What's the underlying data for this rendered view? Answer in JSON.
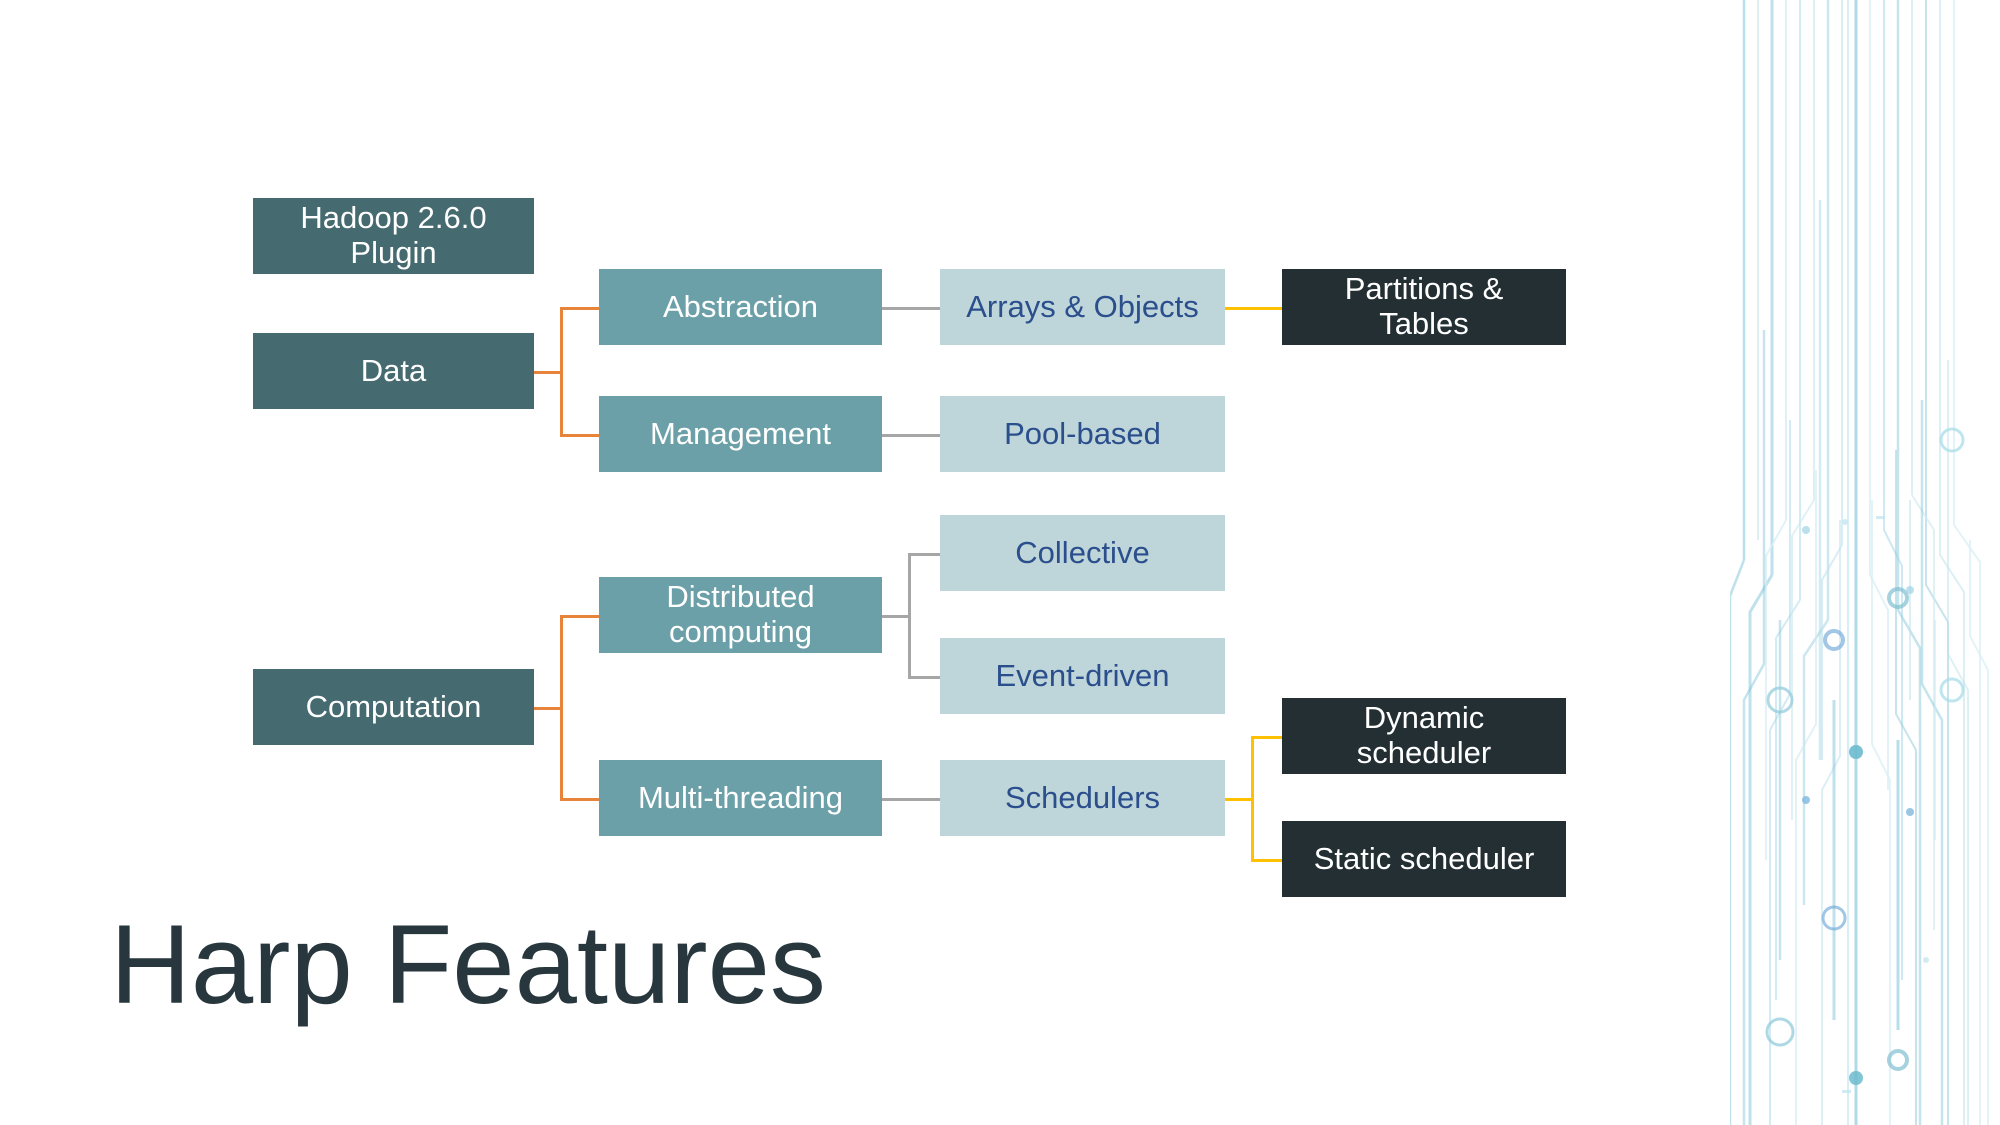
{
  "slide": {
    "title": "Harp Features",
    "background_color": "#FFFFFF",
    "title_color": "#27373D"
  },
  "palette": {
    "level0_box": "#456A70",
    "level1_box": "#6CA0A8",
    "level2_box": "#BED5D9",
    "level3_box": "#242F34",
    "level2_text": "#2B4E8C",
    "connector_orange": "#E8833A",
    "connector_gray": "#A6A6A6",
    "connector_yellow": "#FFC000",
    "circuit_accent": "#8FC9DA"
  },
  "diagram": {
    "type": "hierarchy-tree",
    "nodes": {
      "hadoop_plugin": "Hadoop 2.6.0\nPlugin",
      "data": "Data",
      "abstraction": "Abstraction",
      "management": "Management",
      "arrays_objects": "Arrays & Objects",
      "pool_based": "Pool-based",
      "partitions_tables": "Partitions &\nTables",
      "computation": "Computation",
      "distributed_computing": "Distributed\ncomputing",
      "multi_threading": "Multi-threading",
      "collective": "Collective",
      "event_driven": "Event-driven",
      "schedulers": "Schedulers",
      "dynamic_scheduler": "Dynamic\nscheduler",
      "static_scheduler": "Static scheduler"
    },
    "edges": [
      {
        "from": "data",
        "to": "abstraction",
        "color": "#E8833A"
      },
      {
        "from": "data",
        "to": "management",
        "color": "#E8833A"
      },
      {
        "from": "abstraction",
        "to": "arrays_objects",
        "color": "#A6A6A6"
      },
      {
        "from": "management",
        "to": "pool_based",
        "color": "#A6A6A6"
      },
      {
        "from": "arrays_objects",
        "to": "partitions_tables",
        "color": "#FFC000"
      },
      {
        "from": "computation",
        "to": "distributed_computing",
        "color": "#E8833A"
      },
      {
        "from": "computation",
        "to": "multi_threading",
        "color": "#E8833A"
      },
      {
        "from": "distributed_computing",
        "to": "collective",
        "color": "#A6A6A6"
      },
      {
        "from": "distributed_computing",
        "to": "event_driven",
        "color": "#A6A6A6"
      },
      {
        "from": "multi_threading",
        "to": "schedulers",
        "color": "#A6A6A6"
      },
      {
        "from": "schedulers",
        "to": "dynamic_scheduler",
        "color": "#FFC000"
      },
      {
        "from": "schedulers",
        "to": "static_scheduler",
        "color": "#FFC000"
      }
    ]
  }
}
